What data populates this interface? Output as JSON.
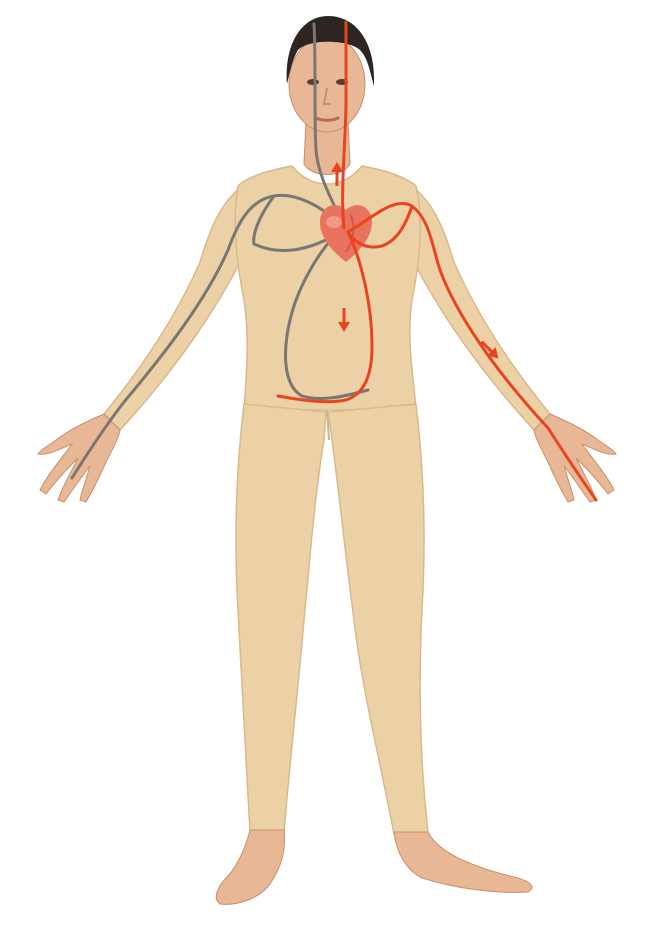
{
  "colors": {
    "background": "#ffffff",
    "bodysuit": "#ecd1a6",
    "bodysuit_shade": "#d9b98c",
    "skin": "#e8b896",
    "skin_shade": "#c98f6c",
    "hair": "#2e2522",
    "heart": "#e8735f",
    "heart_highlight": "#f4a191",
    "arterial_path": "#e8441f",
    "venous_path": "#7a7672"
  },
  "diagram": {
    "subject": "human-figure-circulation",
    "paths": [
      {
        "name": "arterial-path",
        "color_key": "arterial_path"
      },
      {
        "name": "venous-path",
        "color_key": "venous_path"
      }
    ],
    "arrows": [
      {
        "name": "arrow-to-head",
        "direction": "up"
      },
      {
        "name": "arrow-to-torso",
        "direction": "down"
      },
      {
        "name": "arrow-to-left-arm",
        "direction": "down-right"
      }
    ],
    "icons": [
      "heart-icon"
    ]
  }
}
